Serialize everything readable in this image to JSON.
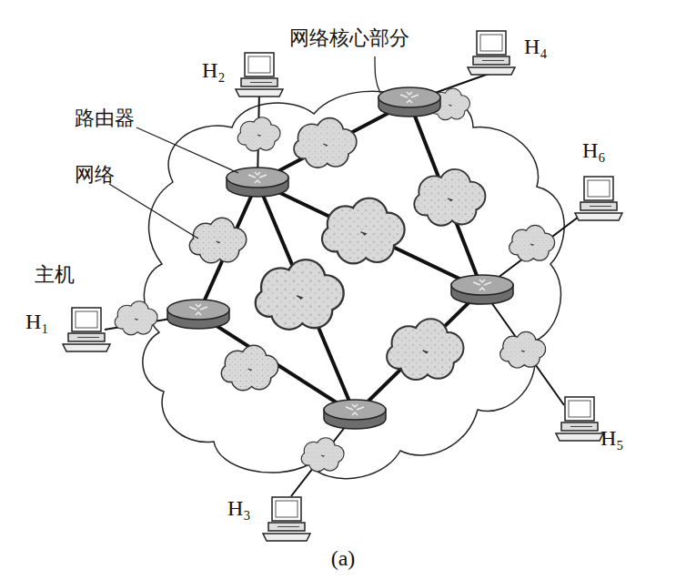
{
  "diagram": {
    "caption": "(a)",
    "labels": [
      "网络核心部分",
      "路由器",
      "网络",
      "主机",
      "H₁",
      "H₂",
      "H₃",
      "H₄",
      "H₅",
      "H₆"
    ]
  }
}
